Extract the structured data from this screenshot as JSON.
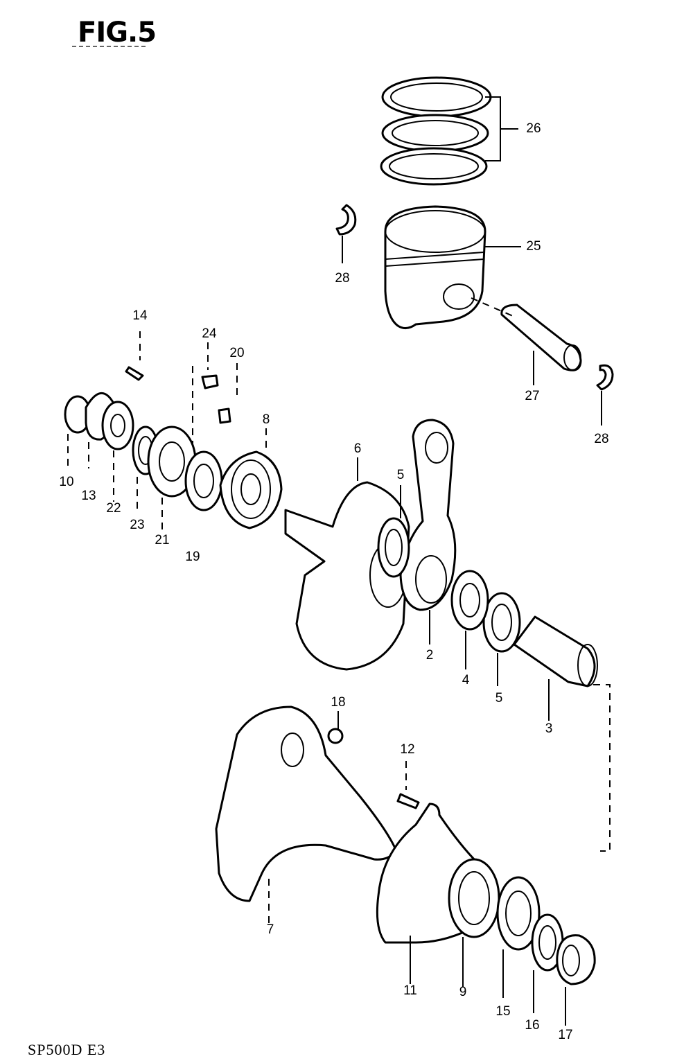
{
  "figure": {
    "title": "FIG.5",
    "model_code": "SP500D E3"
  },
  "callouts": [
    {
      "id": "piston-rings",
      "label": "26"
    },
    {
      "id": "piston",
      "label": "25"
    },
    {
      "id": "circlip-left",
      "label": "28"
    },
    {
      "id": "circlip-right",
      "label": "28"
    },
    {
      "id": "piston-pin",
      "label": "27"
    },
    {
      "id": "bolt-14",
      "label": "14"
    },
    {
      "id": "key-24",
      "label": "24"
    },
    {
      "id": "key-20",
      "label": "20"
    },
    {
      "id": "bearing-8",
      "label": "8"
    },
    {
      "id": "crank-right",
      "label": "6"
    },
    {
      "id": "washer-5-top",
      "label": "5"
    },
    {
      "id": "washer-10",
      "label": "10"
    },
    {
      "id": "plate-13",
      "label": "13"
    },
    {
      "id": "washer-22",
      "label": "22"
    },
    {
      "id": "ring-23",
      "label": "23"
    },
    {
      "id": "gear-21",
      "label": "21"
    },
    {
      "id": "gear-19",
      "label": "19"
    },
    {
      "id": "conrod-2",
      "label": "2"
    },
    {
      "id": "needle-bearing-4",
      "label": "4"
    },
    {
      "id": "washer-5-bottom",
      "label": "5"
    },
    {
      "id": "crank-pin-3",
      "label": "3"
    },
    {
      "id": "pin-18",
      "label": "18"
    },
    {
      "id": "screw-12",
      "label": "12"
    },
    {
      "id": "crank-left-7",
      "label": "7"
    },
    {
      "id": "retainer-11",
      "label": "11"
    },
    {
      "id": "bearing-9",
      "label": "9"
    },
    {
      "id": "washer-15",
      "label": "15"
    },
    {
      "id": "washer-16",
      "label": "16"
    },
    {
      "id": "nut-17",
      "label": "17"
    }
  ]
}
